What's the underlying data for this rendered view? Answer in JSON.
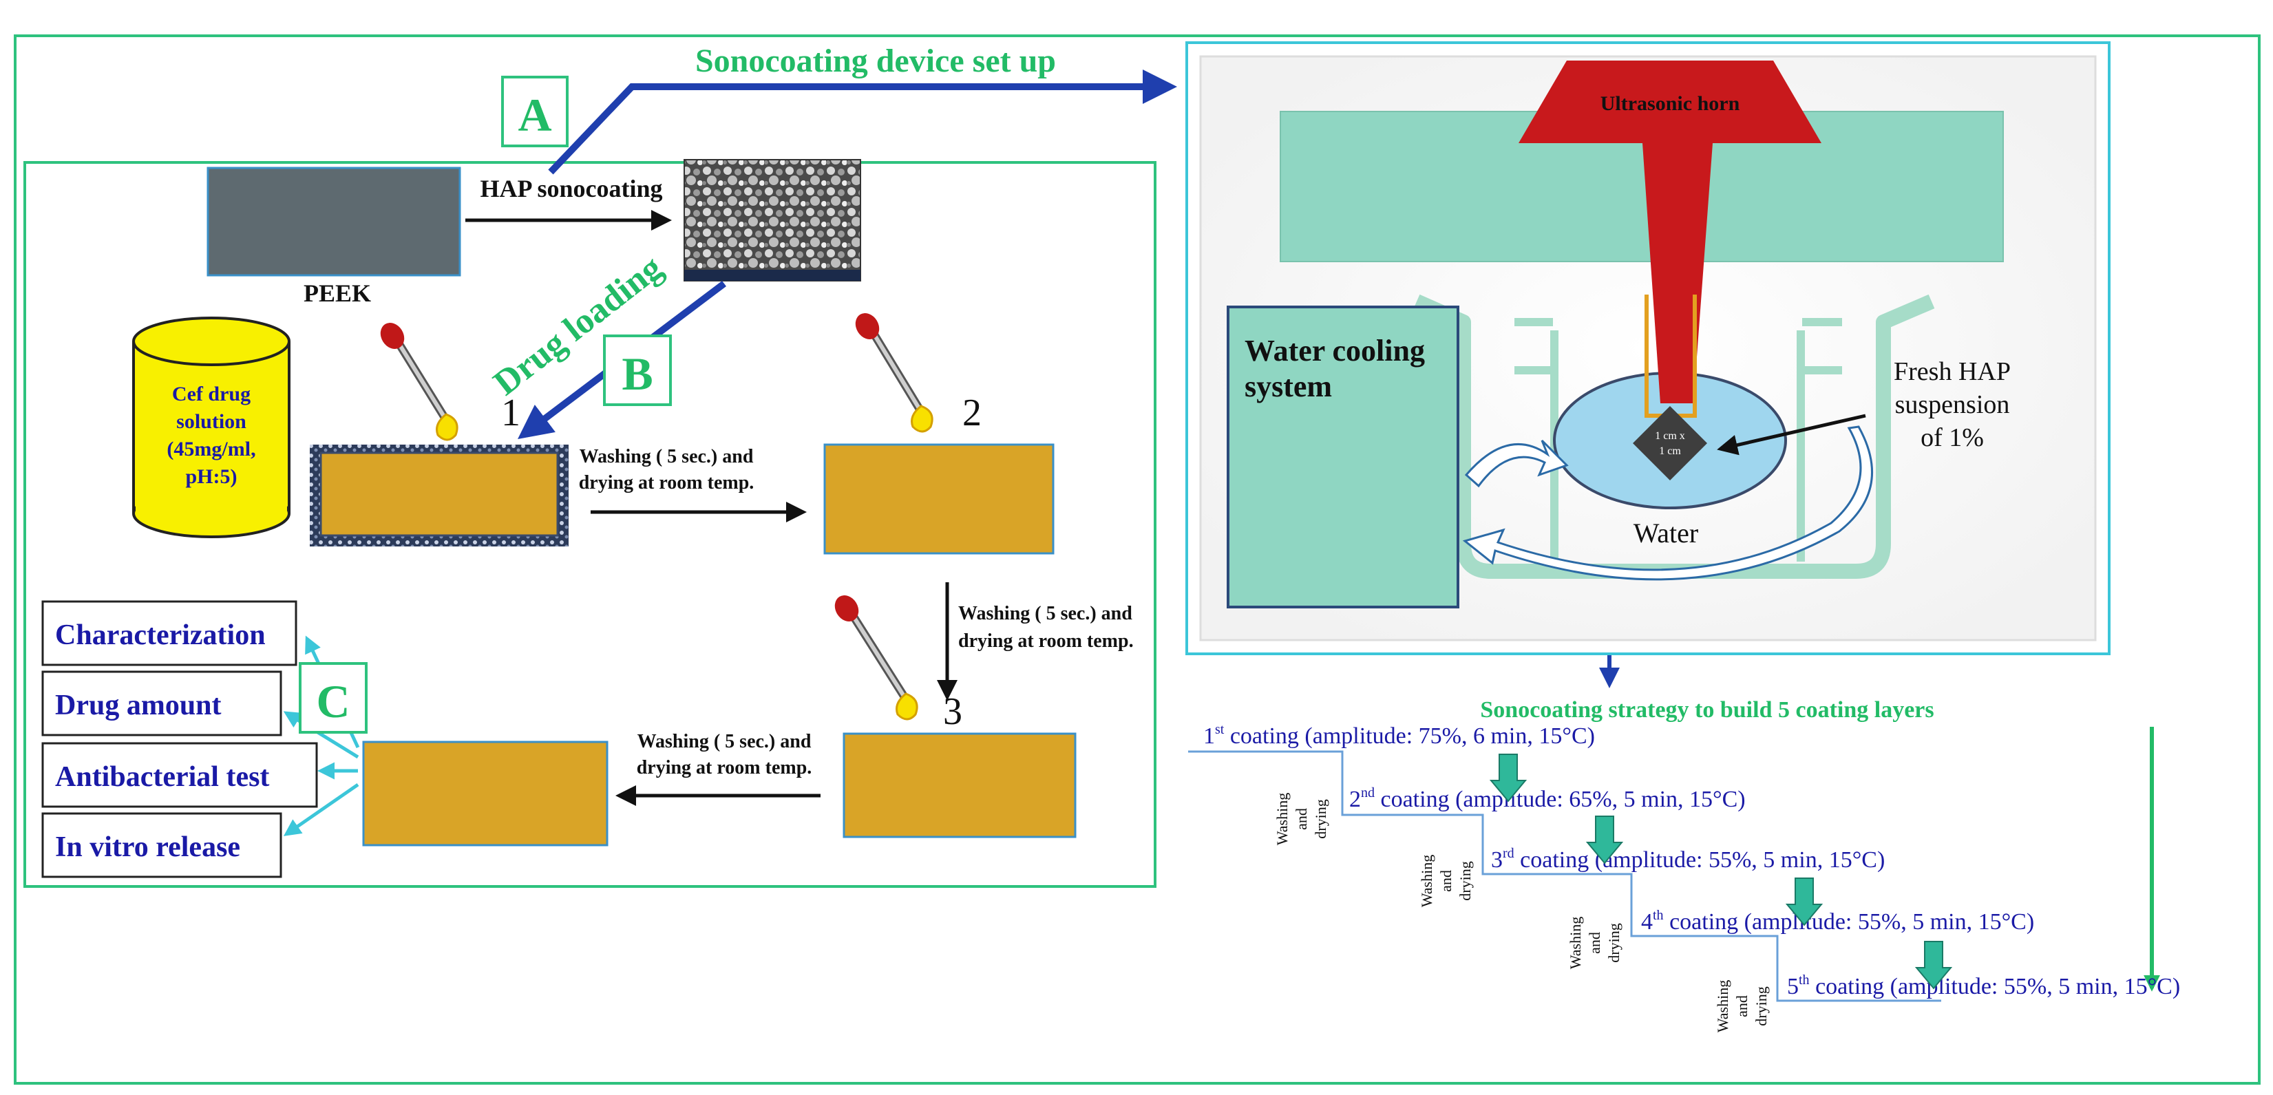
{
  "colors": {
    "frame_green": "#2ec27e",
    "accent_green": "#22bb66",
    "arrow_blue": "#1f3fae",
    "text_blue": "#1a1aa6",
    "gold": "#d9a427",
    "mint": "#8fd6c2",
    "horn_red": "#c8191c",
    "cyan": "#3cc6d9",
    "yellow": "#f8f000"
  },
  "labels": {
    "A": "A",
    "B": "B",
    "C": "C",
    "device_title": "Sonocoating device set up",
    "hap_sonocoating": "HAP sonocoating",
    "peek": "PEEK",
    "drug_loading": "Drug loading",
    "cef_line1": "Cef drug",
    "cef_line2": "solution",
    "cef_line3": "(45mg/ml,",
    "cef_line4": "pH:5)",
    "step1": "1",
    "step2": "2",
    "step3": "3",
    "wash1_line1": "Washing ( 5 sec.) and",
    "wash1_line2": "drying at room temp.",
    "wash2_line1": "Washing ( 5 sec.) and",
    "wash2_line2": "drying at room temp.",
    "wash3_line1": "Washing ( 5 sec.) and",
    "wash3_line2": "drying at room temp.",
    "ultrasonic_horn": "Ultrasonic horn",
    "water_cooling_line1": "Water cooling",
    "water_cooling_line2": "system",
    "fresh_line1": "Fresh HAP",
    "fresh_line2": "suspension",
    "fresh_line3": "of 1%",
    "water": "Water",
    "sample_line1": "1 cm x",
    "sample_line2": "1 cm",
    "strategy_title": "Sonocoating strategy to build 5 coating layers"
  },
  "tests": [
    "Characterization",
    "Drug amount",
    "Antibacterial test",
    "In vitro release"
  ],
  "coatings": [
    {
      "ordinal": "1",
      "suffix": "st",
      "text": " coating (amplitude: 75%, 6 min, 15°C)"
    },
    {
      "ordinal": "2",
      "suffix": "nd",
      "text": " coating (amplitude: 65%, 5 min, 15°C)"
    },
    {
      "ordinal": "3",
      "suffix": "rd",
      "text": " coating (amplitude: 55%, 5 min, 15°C)"
    },
    {
      "ordinal": "4",
      "suffix": "th",
      "text": " coating (amplitude: 55%, 5 min, 15°C)"
    },
    {
      "ordinal": "5",
      "suffix": "th",
      "text": " coating (amplitude: 55%, 5 min, 15°C)"
    }
  ],
  "wash_dry": {
    "line1": "Washing",
    "line2": "and",
    "line3": "drying"
  }
}
